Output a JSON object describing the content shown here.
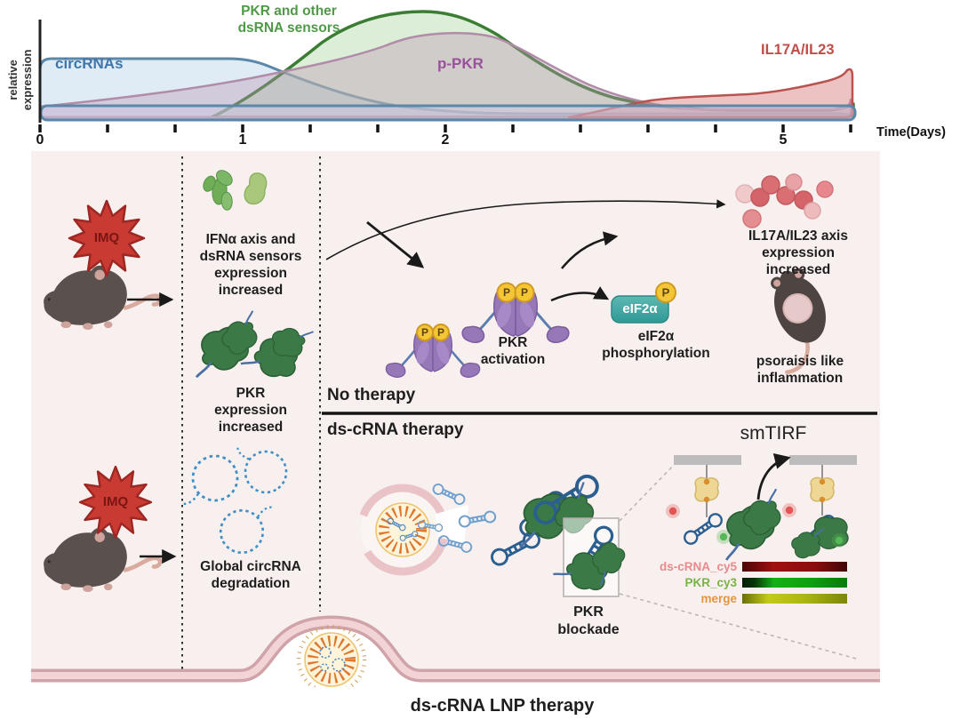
{
  "chart": {
    "y_axis_label": "relative\nexpression",
    "x_axis_label": "Time(Days)",
    "tick_labels": [
      "0",
      "1",
      "2",
      "5"
    ],
    "series_labels": {
      "circrnas": "circRNAs",
      "sensors": "PKR and other\ndsRNA sensors",
      "ppkr": "p-PKR",
      "il17": "IL17A/IL23"
    },
    "series_colors": {
      "circrnas": "#4176ac",
      "sensors": "#4f9a47",
      "ppkr": "#9a519b",
      "il17": "#bf4e49"
    }
  },
  "chart_data": {
    "type": "area",
    "title": "",
    "xlabel": "Time(Days)",
    "ylabel": "relative expression",
    "x_tick_labels": [
      "0",
      "1",
      "2",
      "5"
    ],
    "x": [
      0,
      0.33,
      0.67,
      1,
      1.33,
      1.67,
      2,
      2.5,
      3,
      3.5,
      4,
      5,
      6
    ],
    "series": [
      {
        "name": "circRNAs",
        "values": [
          0.85,
          0.85,
          0.83,
          0.78,
          0.55,
          0.32,
          0.15,
          0.1,
          0.08,
          0.08,
          0.08,
          0.08,
          0.08
        ]
      },
      {
        "name": "PKR and other dsRNA sensors",
        "values": [
          0.03,
          0.08,
          0.22,
          0.48,
          0.85,
          1.0,
          0.9,
          0.55,
          0.3,
          0.2,
          0.17,
          0.16,
          0.2
        ]
      },
      {
        "name": "p-PKR",
        "values": [
          0.05,
          0.12,
          0.25,
          0.4,
          0.7,
          0.95,
          1.0,
          0.7,
          0.4,
          0.2,
          0.12,
          0.1,
          0.12
        ]
      },
      {
        "name": "IL17A/IL23",
        "values": [
          0.02,
          0.02,
          0.02,
          0.02,
          0.03,
          0.04,
          0.06,
          0.12,
          0.18,
          0.22,
          0.25,
          0.38,
          0.52
        ]
      }
    ],
    "ylim": [
      0,
      1
    ],
    "grid": false,
    "legend_position": "inline-curve-labels",
    "note": "qualitative relative-expression curves; values estimated from curve heights"
  },
  "panel": {
    "imq": "IMQ",
    "phospho": "P",
    "col_findings": {
      "ifn": "IFNα axis and\ndsRNA sensors\nexpression\nincreased",
      "pkr": "PKR\nexpression\nincreased",
      "circ": "Global circRNA\ndegradation"
    },
    "no_therapy": {
      "section_label": "No therapy",
      "pkr_activation": "PKR\nactivation",
      "eif2a_box": "eIF2α",
      "eif2a_caption": "eIF2α\nphosphorylation",
      "il17_caption": "IL17A/IL23 axis\nexpression\nincreased",
      "psoriasis_caption": "psoraisis like\ninflammation"
    },
    "ds_therapy": {
      "section_label": "ds-cRNA therapy",
      "pkr_blockade": "PKR\nblockade",
      "smtirf_title": "smTIRF",
      "legend": [
        {
          "label": "ds-cRNA_cy5",
          "color": "#e8898d"
        },
        {
          "label": "PKR_cy3",
          "color": "#79b347"
        },
        {
          "label": "merge",
          "color": "#e3953f"
        }
      ]
    },
    "footer": "ds-cRNA LNP therapy",
    "colors": {
      "panel_bg": "#f8f0ee",
      "membrane_edge": "#cfa3a8",
      "membrane_fill": "#f2d3d6",
      "imq_star": "#c93a33",
      "pkr_purple": "#9678b8",
      "phospho_yellow": "#f4c636",
      "eif2a_teal": "#3f9e9a",
      "ds_crna_blue": "#2a5f8f",
      "pkr_green": "#3b7a47",
      "lnp_orange": "#e0772f"
    }
  }
}
